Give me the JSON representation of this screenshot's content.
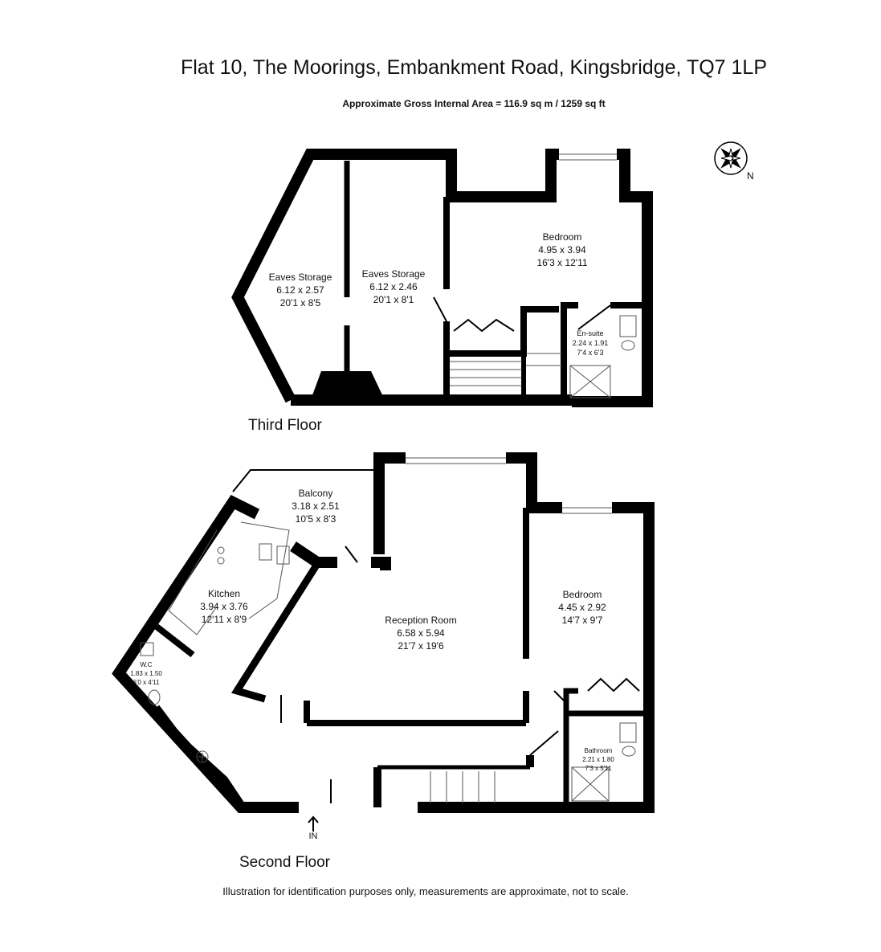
{
  "header": {
    "title": "Flat 10, The Moorings, Embankment Road, Kingsbridge, TQ7 1LP",
    "area": "Approximate Gross Internal Area = 116.9 sq m  / 1259 sq ft"
  },
  "compass": {
    "icon": "compass-rose-icon",
    "label": "N"
  },
  "third_floor": {
    "label": "Third Floor",
    "rooms": [
      {
        "name": "Eaves Storage",
        "metric": "6.12 x 2.57",
        "imperial": "20'1 x 8'5"
      },
      {
        "name": "Eaves Storage",
        "metric": "6.12 x 2.46",
        "imperial": "20'1 x 8'1"
      },
      {
        "name": "Bedroom",
        "metric": "4.95 x 3.94",
        "imperial": "16'3 x 12'11"
      },
      {
        "name": "En-suite",
        "metric": "2.24 x 1.91",
        "imperial": "7'4 x 6'3"
      }
    ]
  },
  "second_floor": {
    "label": "Second Floor",
    "entrance": "IN",
    "rooms": [
      {
        "name": "Balcony",
        "metric": "3.18 x 2.51",
        "imperial": "10'5 x 8'3"
      },
      {
        "name": "Kitchen",
        "metric": "3.94 x 3.76",
        "imperial": "12'11 x 8'9"
      },
      {
        "name": "Reception Room",
        "metric": "6.58 x 5.94",
        "imperial": "21'7 x 19'6"
      },
      {
        "name": "Bedroom",
        "metric": "4.45 x 2.92",
        "imperial": "14'7 x 9'7"
      },
      {
        "name": "W.C",
        "metric": "1.83 x 1.50",
        "imperial": "6'0 x 4'11"
      },
      {
        "name": "Bathroom",
        "metric": "2.21 x 1.80",
        "imperial": "7'3 x 5'11"
      }
    ]
  },
  "footer": "Illustration for identification purposes only, measurements are approximate, not to scale."
}
